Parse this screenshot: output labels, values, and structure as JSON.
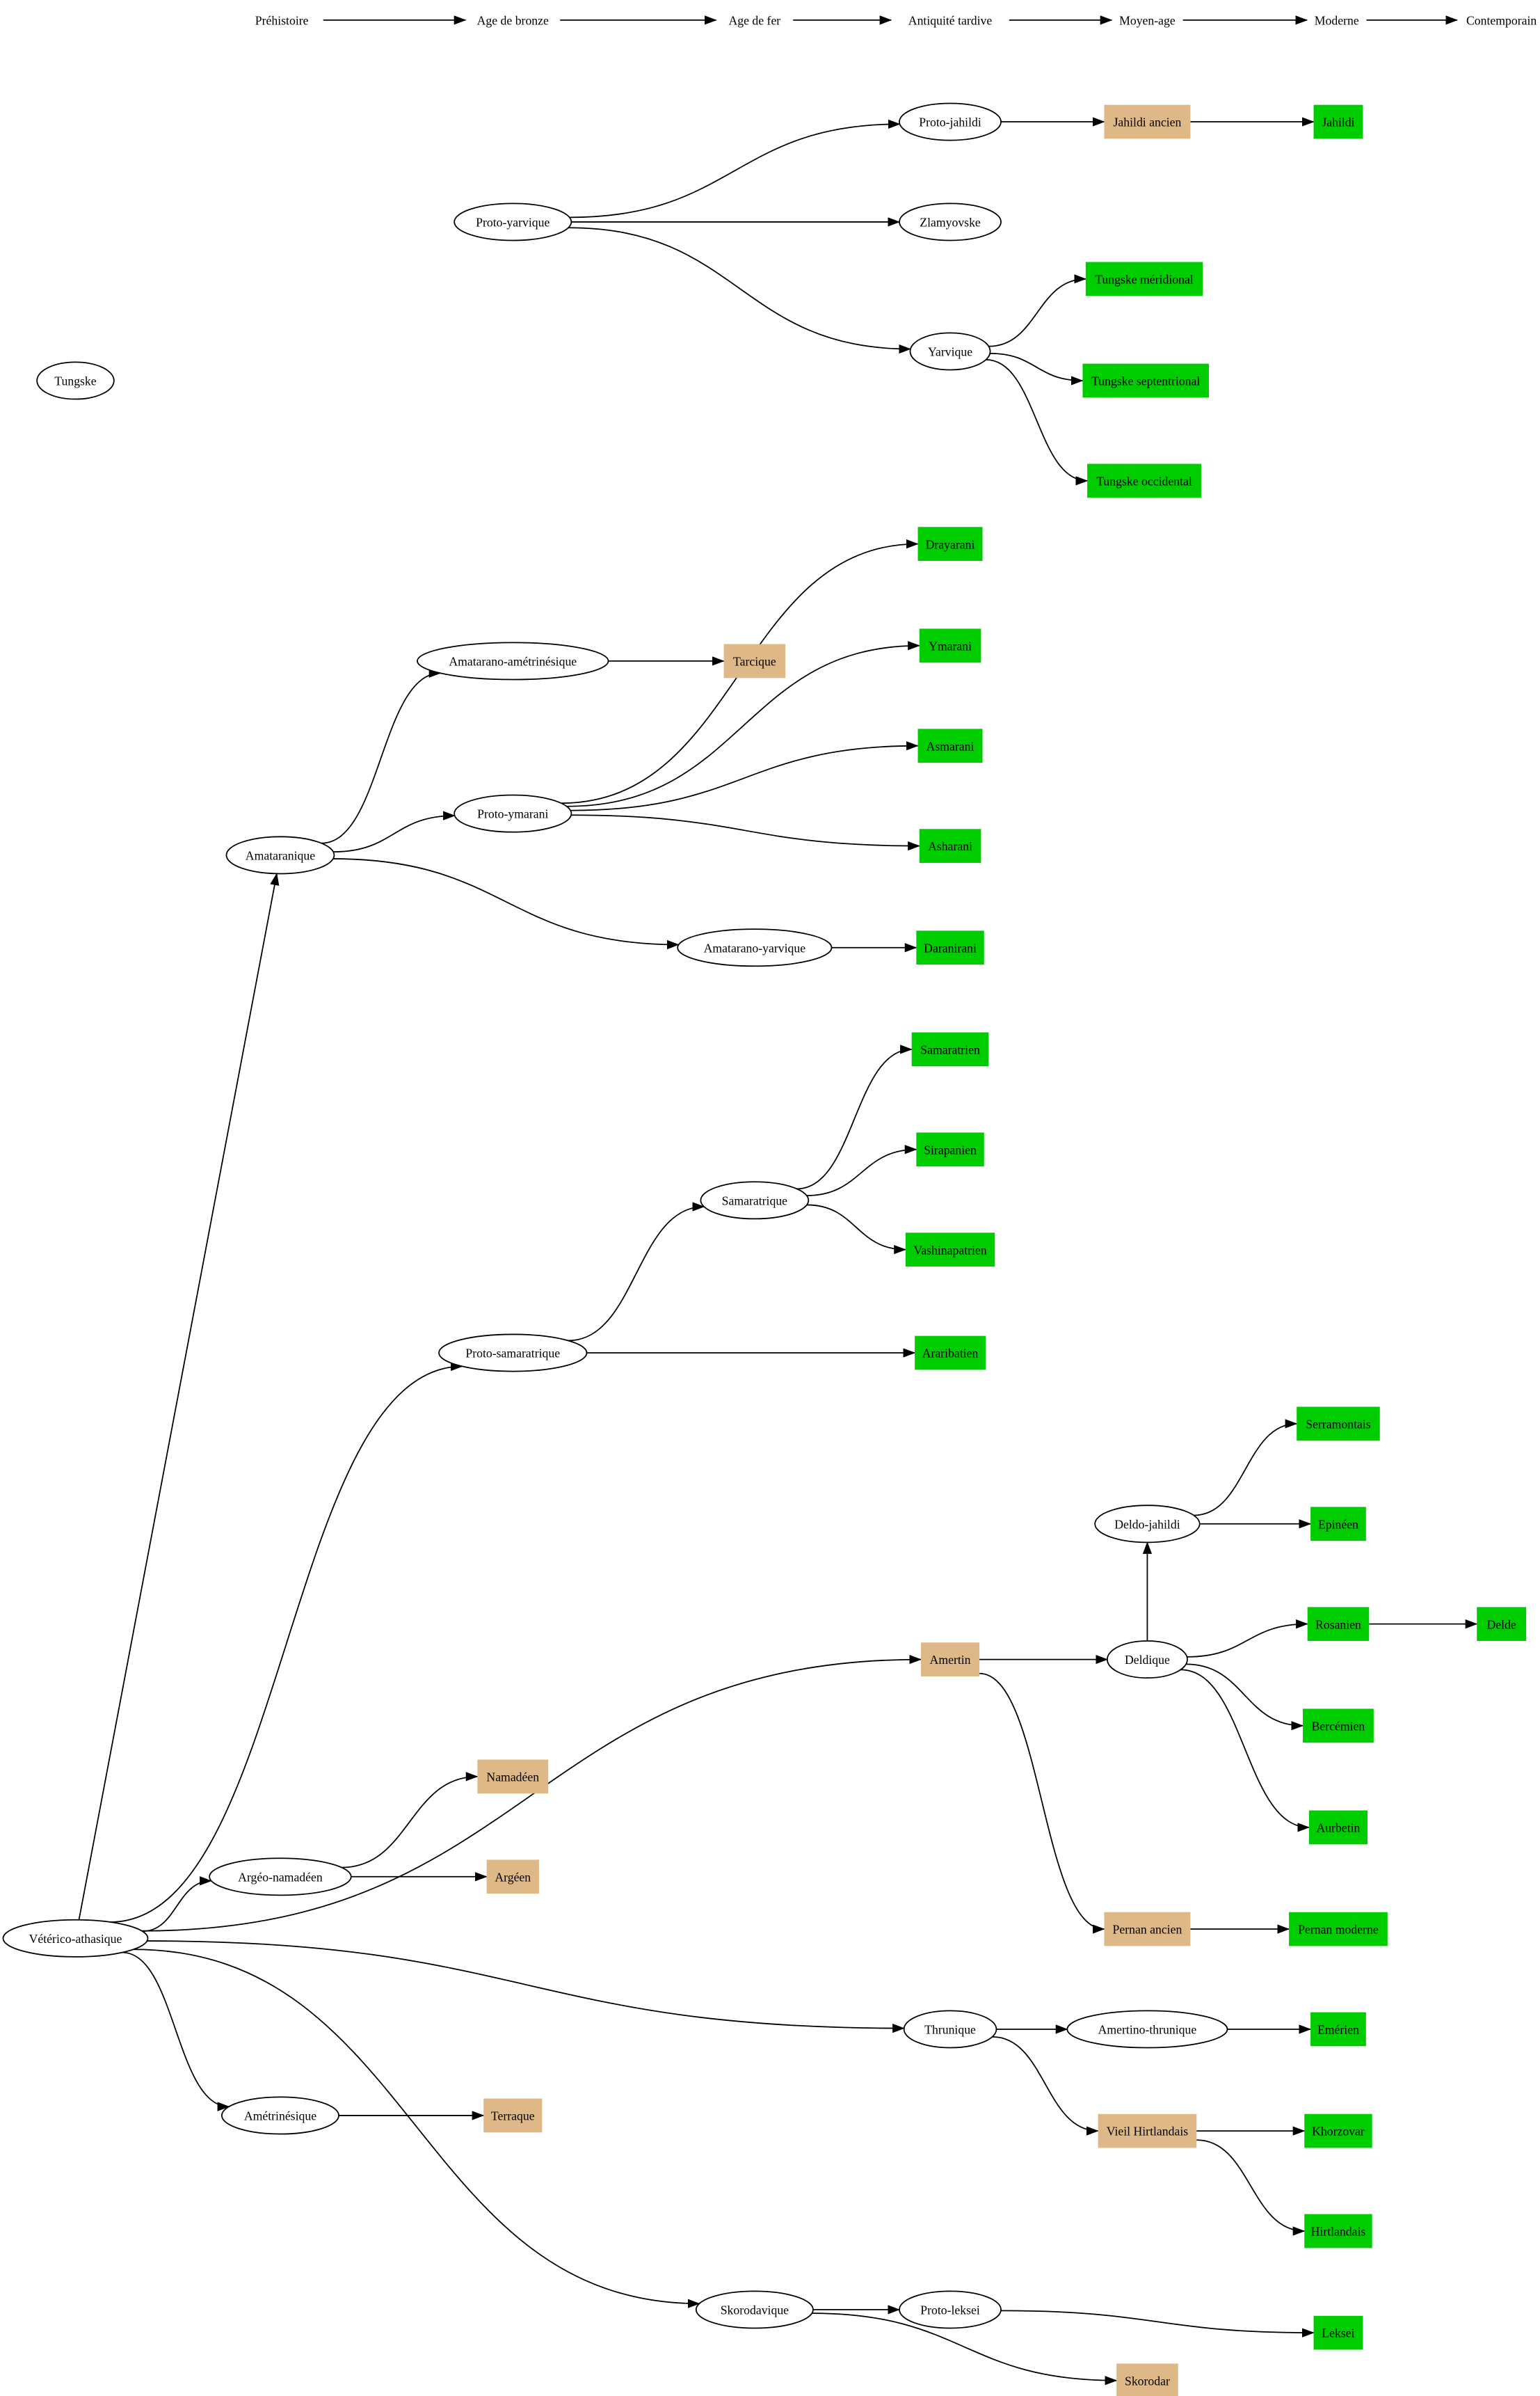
{
  "colors": {
    "ancient": "#deb887",
    "modern": "#00cd00",
    "stroke": "#000000",
    "background": "#ffffff"
  },
  "timeline": [
    "Préhistoire",
    "Age de bronze",
    "Age de fer",
    "Antiquité tardive",
    "Moyen-age",
    "Moderne",
    "Contemporain"
  ],
  "nodes": [
    {
      "id": "tungske",
      "label": "Tungske",
      "shape": "ellipse"
    },
    {
      "id": "proto_yarvique",
      "label": "Proto-yarvique",
      "shape": "ellipse"
    },
    {
      "id": "proto_jahildi",
      "label": "Proto-jahildi",
      "shape": "ellipse"
    },
    {
      "id": "zlamyovske",
      "label": "Zlamyovske",
      "shape": "ellipse"
    },
    {
      "id": "yarvique",
      "label": "Yarvique",
      "shape": "ellipse"
    },
    {
      "id": "jahildi_ancien",
      "label": "Jahildi ancien",
      "shape": "box",
      "kind": "ancient"
    },
    {
      "id": "jahildi",
      "label": "Jahildi",
      "shape": "box",
      "kind": "modern"
    },
    {
      "id": "tungske_meridional",
      "label": "Tungske méridional",
      "shape": "box",
      "kind": "modern"
    },
    {
      "id": "tungske_septentrional",
      "label": "Tungske septentrional",
      "shape": "box",
      "kind": "modern"
    },
    {
      "id": "tungske_occidental",
      "label": "Tungske occidental",
      "shape": "box",
      "kind": "modern"
    },
    {
      "id": "amataranique",
      "label": "Amataranique",
      "shape": "ellipse"
    },
    {
      "id": "amatarano_ametrinesique",
      "label": "Amatarano-amétrinésique",
      "shape": "ellipse"
    },
    {
      "id": "tarcique",
      "label": "Tarcique",
      "shape": "box",
      "kind": "ancient"
    },
    {
      "id": "proto_ymarani",
      "label": "Proto-ymarani",
      "shape": "ellipse"
    },
    {
      "id": "drayarani",
      "label": "Drayarani",
      "shape": "box",
      "kind": "modern"
    },
    {
      "id": "ymarani",
      "label": "Ymarani",
      "shape": "box",
      "kind": "modern"
    },
    {
      "id": "asmarani",
      "label": "Asmarani",
      "shape": "box",
      "kind": "modern"
    },
    {
      "id": "asharani",
      "label": "Asharani",
      "shape": "box",
      "kind": "modern"
    },
    {
      "id": "amatarano_yarvique",
      "label": "Amatarano-yarvique",
      "shape": "ellipse"
    },
    {
      "id": "daranirani",
      "label": "Daranirani",
      "shape": "box",
      "kind": "modern"
    },
    {
      "id": "samaratrique",
      "label": "Samaratrique",
      "shape": "ellipse"
    },
    {
      "id": "samaratrien",
      "label": "Samaratrien",
      "shape": "box",
      "kind": "modern"
    },
    {
      "id": "sirapanien",
      "label": "Sirapanien",
      "shape": "box",
      "kind": "modern"
    },
    {
      "id": "vashinapatrien",
      "label": "Vashinapatrien",
      "shape": "box",
      "kind": "modern"
    },
    {
      "id": "proto_samaratrique",
      "label": "Proto-samaratrique",
      "shape": "ellipse"
    },
    {
      "id": "araribatien",
      "label": "Araribatien",
      "shape": "box",
      "kind": "modern"
    },
    {
      "id": "serramontais",
      "label": "Serramontais",
      "shape": "box",
      "kind": "modern"
    },
    {
      "id": "deldo_jahildi",
      "label": "Deldo-jahildi",
      "shape": "ellipse"
    },
    {
      "id": "epineen",
      "label": "Epinéen",
      "shape": "box",
      "kind": "modern"
    },
    {
      "id": "amertin",
      "label": "Amertin",
      "shape": "box",
      "kind": "ancient"
    },
    {
      "id": "deldique",
      "label": "Deldique",
      "shape": "ellipse"
    },
    {
      "id": "rosanien",
      "label": "Rosanien",
      "shape": "box",
      "kind": "modern"
    },
    {
      "id": "delde",
      "label": "Delde",
      "shape": "box",
      "kind": "modern"
    },
    {
      "id": "bercemien",
      "label": "Bercémien",
      "shape": "box",
      "kind": "modern"
    },
    {
      "id": "aurbetin",
      "label": "Aurbetin",
      "shape": "box",
      "kind": "modern"
    },
    {
      "id": "pernan_ancien",
      "label": "Pernan ancien",
      "shape": "box",
      "kind": "ancient"
    },
    {
      "id": "pernan_moderne",
      "label": "Pernan moderne",
      "shape": "box",
      "kind": "modern"
    },
    {
      "id": "namadeen",
      "label": "Namadéen",
      "shape": "box",
      "kind": "ancient"
    },
    {
      "id": "argeo_namadeen",
      "label": "Argéo-namadéen",
      "shape": "ellipse"
    },
    {
      "id": "argeen",
      "label": "Argéen",
      "shape": "box",
      "kind": "ancient"
    },
    {
      "id": "veterico_athasique",
      "label": "Vétérico-athasique",
      "shape": "ellipse"
    },
    {
      "id": "thrunique",
      "label": "Thrunique",
      "shape": "ellipse"
    },
    {
      "id": "amertino_thrunique",
      "label": "Amertino-thrunique",
      "shape": "ellipse"
    },
    {
      "id": "emerien",
      "label": "Emérien",
      "shape": "box",
      "kind": "modern"
    },
    {
      "id": "ametrinesique",
      "label": "Amétrinésique",
      "shape": "ellipse"
    },
    {
      "id": "terraque",
      "label": "Terraque",
      "shape": "box",
      "kind": "ancient"
    },
    {
      "id": "vieil_hirtlandais",
      "label": "Vieil Hirtlandais",
      "shape": "box",
      "kind": "ancient"
    },
    {
      "id": "khorzovar",
      "label": "Khorzovar",
      "shape": "box",
      "kind": "modern"
    },
    {
      "id": "hirtlandais",
      "label": "Hirtlandais",
      "shape": "box",
      "kind": "modern"
    },
    {
      "id": "skorodavique",
      "label": "Skorodavique",
      "shape": "ellipse"
    },
    {
      "id": "proto_leksei",
      "label": "Proto-leksei",
      "shape": "ellipse"
    },
    {
      "id": "leksei",
      "label": "Leksei",
      "shape": "box",
      "kind": "modern"
    },
    {
      "id": "skorodar",
      "label": "Skorodar",
      "shape": "box",
      "kind": "ancient"
    }
  ],
  "edges": [
    [
      "proto_yarvique",
      "proto_jahildi"
    ],
    [
      "proto_yarvique",
      "zlamyovske"
    ],
    [
      "proto_yarvique",
      "yarvique"
    ],
    [
      "proto_jahildi",
      "jahildi_ancien"
    ],
    [
      "jahildi_ancien",
      "jahildi"
    ],
    [
      "yarvique",
      "tungske_meridional"
    ],
    [
      "yarvique",
      "tungske_septentrional"
    ],
    [
      "yarvique",
      "tungske_occidental"
    ],
    [
      "veterico_athasique",
      "amataranique"
    ],
    [
      "amataranique",
      "amatarano_ametrinesique"
    ],
    [
      "amatarano_ametrinesique",
      "tarcique"
    ],
    [
      "amataranique",
      "proto_ymarani"
    ],
    [
      "amataranique",
      "amatarano_yarvique"
    ],
    [
      "proto_ymarani",
      "drayarani"
    ],
    [
      "proto_ymarani",
      "ymarani"
    ],
    [
      "proto_ymarani",
      "asmarani"
    ],
    [
      "proto_ymarani",
      "asharani"
    ],
    [
      "amatarano_yarvique",
      "daranirani"
    ],
    [
      "veterico_athasique",
      "proto_samaratrique"
    ],
    [
      "proto_samaratrique",
      "samaratrique"
    ],
    [
      "proto_samaratrique",
      "araribatien"
    ],
    [
      "samaratrique",
      "samaratrien"
    ],
    [
      "samaratrique",
      "sirapanien"
    ],
    [
      "samaratrique",
      "vashinapatrien"
    ],
    [
      "veterico_athasique",
      "amertin"
    ],
    [
      "amertin",
      "deldique"
    ],
    [
      "amertin",
      "pernan_ancien"
    ],
    [
      "deldique",
      "deldo_jahildi"
    ],
    [
      "deldo_jahildi",
      "serramontais"
    ],
    [
      "deldo_jahildi",
      "epineen"
    ],
    [
      "deldique",
      "rosanien"
    ],
    [
      "rosanien",
      "delde"
    ],
    [
      "deldique",
      "bercemien"
    ],
    [
      "deldique",
      "aurbetin"
    ],
    [
      "pernan_ancien",
      "pernan_moderne"
    ],
    [
      "veterico_athasique",
      "argeo_namadeen"
    ],
    [
      "argeo_namadeen",
      "namadeen"
    ],
    [
      "argeo_namadeen",
      "argeen"
    ],
    [
      "veterico_athasique",
      "thrunique"
    ],
    [
      "thrunique",
      "amertino_thrunique"
    ],
    [
      "amertino_thrunique",
      "emerien"
    ],
    [
      "thrunique",
      "vieil_hirtlandais"
    ],
    [
      "vieil_hirtlandais",
      "khorzovar"
    ],
    [
      "vieil_hirtlandais",
      "hirtlandais"
    ],
    [
      "veterico_athasique",
      "ametrinesique"
    ],
    [
      "ametrinesique",
      "terraque"
    ],
    [
      "veterico_athasique",
      "skorodavique"
    ],
    [
      "skorodavique",
      "proto_leksei"
    ],
    [
      "proto_leksei",
      "leksei"
    ],
    [
      "skorodavique",
      "skorodar"
    ]
  ]
}
